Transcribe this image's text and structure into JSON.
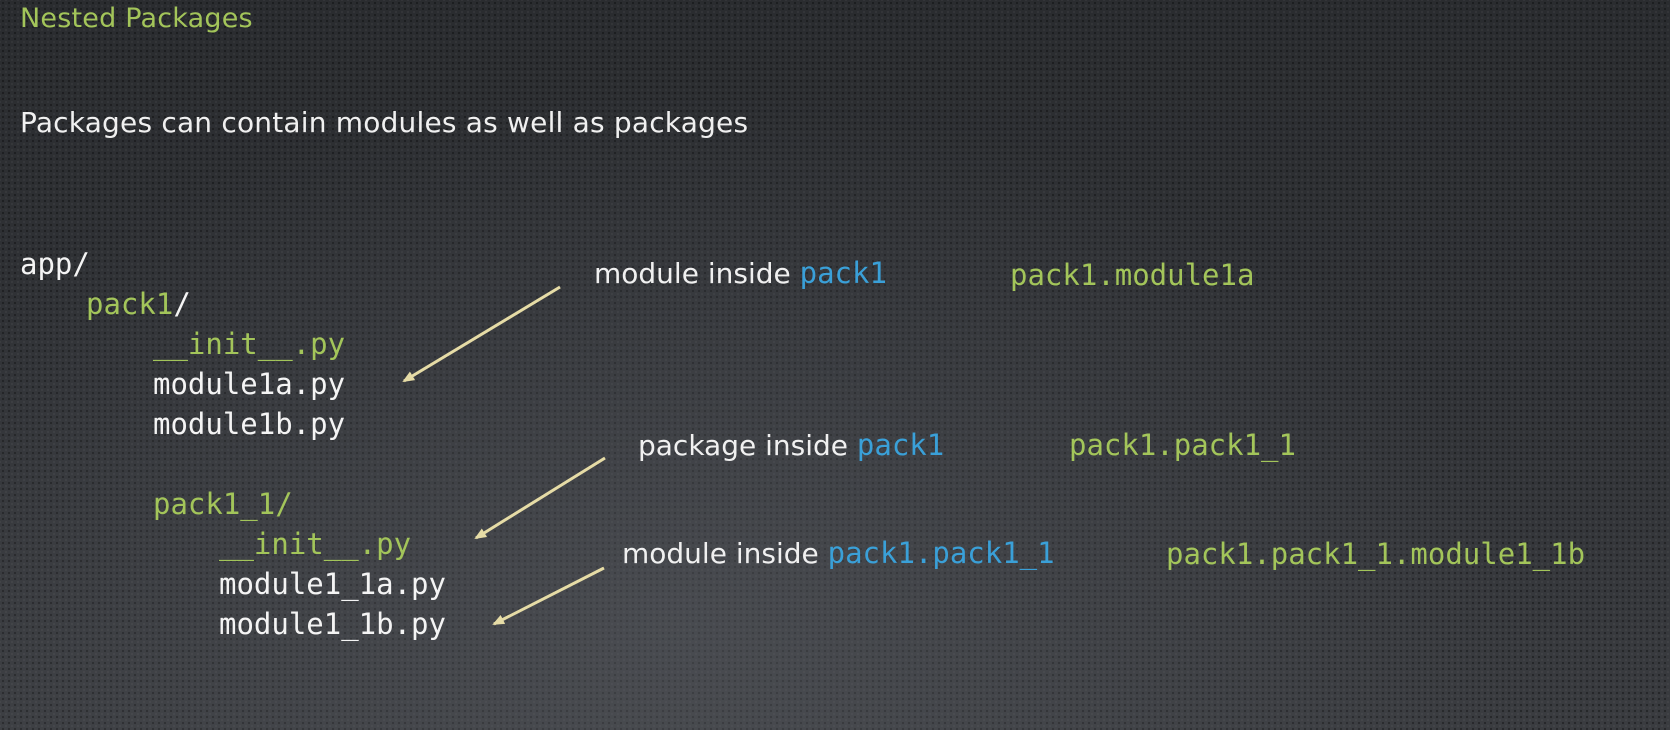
{
  "title": "Nested Packages",
  "subtitle": "Packages can contain modules as well as packages",
  "tree": {
    "app": "app/",
    "pack1_name": "pack1",
    "pack1_slash": "/",
    "pack1_init": "__init__.py",
    "module1a": "module1a.py",
    "module1b": "module1b.py",
    "pack1_1": "pack1_1/",
    "pack1_1_init": "__init__.py",
    "module1_1a": "module1_1a.py",
    "module1_1b": "module1_1b.py"
  },
  "annotations": [
    {
      "text": "module inside ",
      "ref": "pack1",
      "path": "pack1.module1a"
    },
    {
      "text": "package inside ",
      "ref": "pack1",
      "path": "pack1.pack1_1"
    },
    {
      "text": "module inside ",
      "ref": "pack1.pack1_1",
      "path": "pack1.pack1_1.module1_1b"
    }
  ],
  "colors": {
    "green": "#a3c55a",
    "blue": "#3aa0d8",
    "white": "#f4f4f4",
    "arrow": "#e6dca6"
  }
}
